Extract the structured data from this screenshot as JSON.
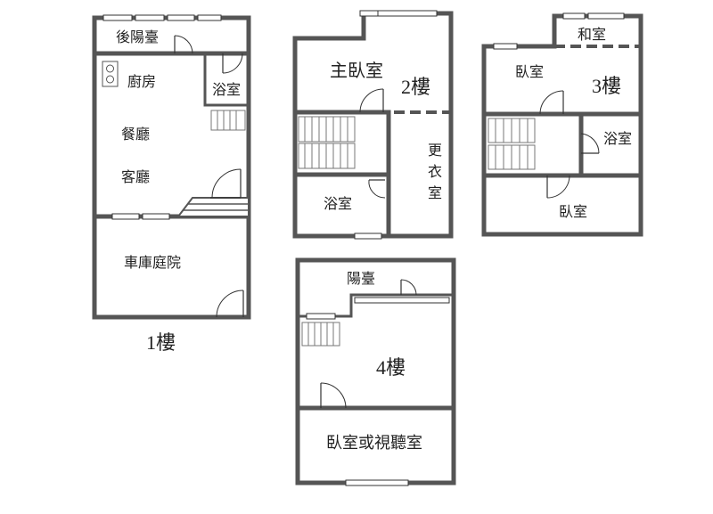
{
  "floors": [
    {
      "id": "floor-1",
      "label": "1樓",
      "rooms": [
        "後陽臺",
        "廚房",
        "浴室",
        "餐廳",
        "客廳",
        "車庫庭院"
      ]
    },
    {
      "id": "floor-2",
      "label": "2樓",
      "rooms": [
        "主臥室",
        "浴室",
        "更",
        "衣",
        "室"
      ]
    },
    {
      "id": "floor-3",
      "label": "3樓",
      "rooms": [
        "和室",
        "臥室",
        "浴室",
        "臥室"
      ]
    },
    {
      "id": "floor-4",
      "label": "4樓",
      "rooms": [
        "陽臺",
        "臥室或視聽室"
      ]
    }
  ]
}
